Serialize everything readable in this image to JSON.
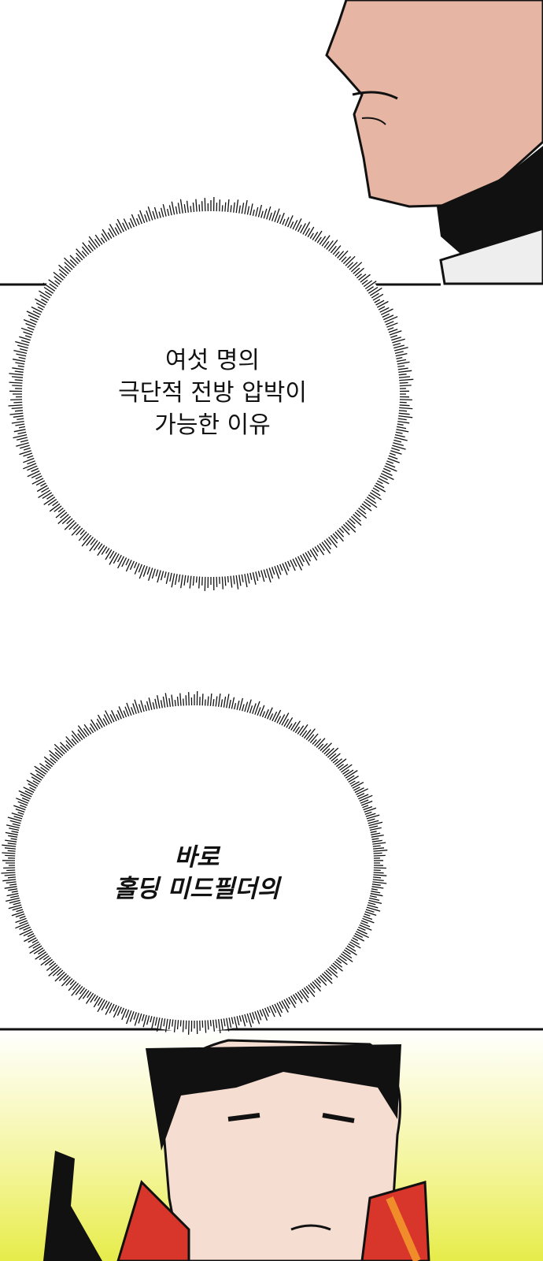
{
  "bubble_1": {
    "lines": [
      "여섯 명의",
      "극단적 전방 압박이",
      "가능한 이유"
    ]
  },
  "bubble_2": {
    "lines": [
      "바로",
      "홀딩 미드필더의"
    ]
  },
  "colors": {
    "skin": "#e8b8a6",
    "skin_light": "#f5ddd2",
    "ink": "#111111",
    "bg_yellow": "#f4f59a",
    "jersey_red": "#d8362b",
    "jersey_orange": "#f08c2a"
  }
}
